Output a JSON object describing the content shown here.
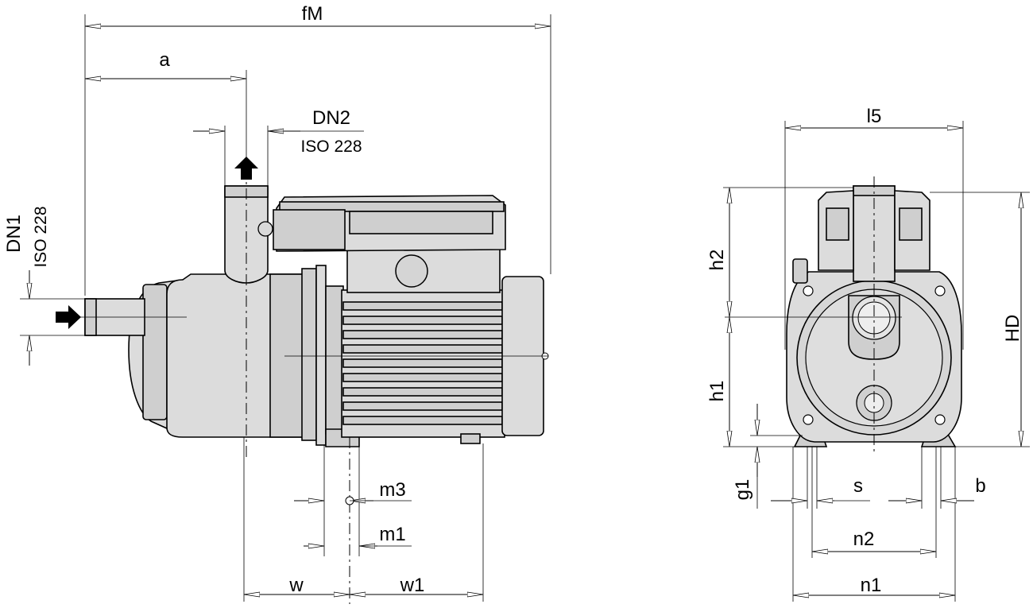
{
  "labels": {
    "fM": "fM",
    "a": "a",
    "DN2": "DN2",
    "DN2_std": "ISO 228",
    "DN1": "DN1",
    "DN1_std": "ISO 228",
    "m3": "m3",
    "m1": "m1",
    "w": "w",
    "w1": "w1",
    "l5": "l5",
    "h2": "h2",
    "h1": "h1",
    "HD": "HD",
    "g1": "g1",
    "s": "s",
    "b": "b",
    "n2": "n2",
    "n1": "n1"
  }
}
